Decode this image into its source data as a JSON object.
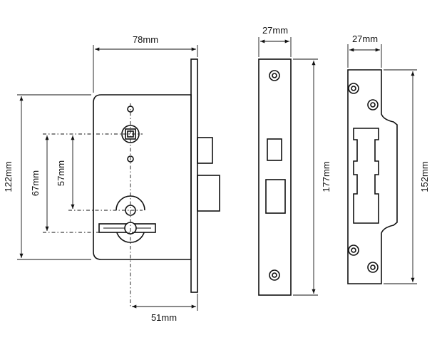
{
  "dimensions": {
    "case_width": "78mm",
    "case_height": "122mm",
    "centres_67": "67mm",
    "centres_57": "57mm",
    "backset": "51mm",
    "forend_width": "27mm",
    "forend_height": "177mm",
    "strike_width": "27mm",
    "strike_height": "152mm"
  }
}
